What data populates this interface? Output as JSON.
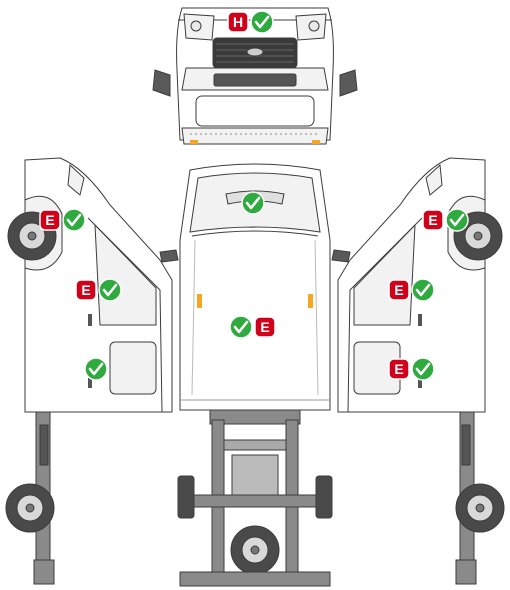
{
  "diagram": {
    "background": "#ffffff",
    "colors": {
      "outline": "#3c3c3c",
      "body_fill": "#ffffff",
      "panel_fill": "#f2f2f2",
      "tire": "#4a4a4a",
      "rim": "#d9d9d9",
      "chassis": "#8a8a8a",
      "chassis_dark": "#555555",
      "indicator": "#f5a623"
    },
    "views": [
      {
        "id": "front",
        "name": "front-view"
      },
      {
        "id": "left",
        "name": "left-side-view"
      },
      {
        "id": "top",
        "name": "top-view"
      },
      {
        "id": "right",
        "name": "right-side-view"
      },
      {
        "id": "chassis",
        "name": "chassis-view"
      }
    ],
    "badge_types": {
      "H": {
        "letter": "H",
        "color": "#d0021b",
        "icon": "letter-badge-icon"
      },
      "E": {
        "letter": "E",
        "color": "#d0021b",
        "icon": "letter-badge-icon"
      },
      "check": {
        "letter": "",
        "color": "#2eaa3f",
        "icon": "check-icon"
      }
    },
    "badge_groups": [
      {
        "id": "front-grille",
        "view": "front",
        "badges": [
          "H",
          "check"
        ]
      },
      {
        "id": "top-hood",
        "view": "top",
        "badges": [
          "check"
        ]
      },
      {
        "id": "top-roof",
        "view": "top",
        "badges": [
          "check",
          "E"
        ]
      },
      {
        "id": "left-front-wheel",
        "view": "left",
        "badges": [
          "E",
          "check"
        ]
      },
      {
        "id": "left-front-door",
        "view": "left",
        "badges": [
          "E",
          "check"
        ]
      },
      {
        "id": "left-side-panel",
        "view": "left",
        "badges": [
          "check"
        ]
      },
      {
        "id": "right-front-wheel",
        "view": "right",
        "badges": [
          "E",
          "check"
        ]
      },
      {
        "id": "right-front-door",
        "view": "right",
        "badges": [
          "E",
          "check"
        ]
      },
      {
        "id": "right-side-panel",
        "view": "right",
        "badges": [
          "E",
          "check"
        ]
      }
    ]
  }
}
